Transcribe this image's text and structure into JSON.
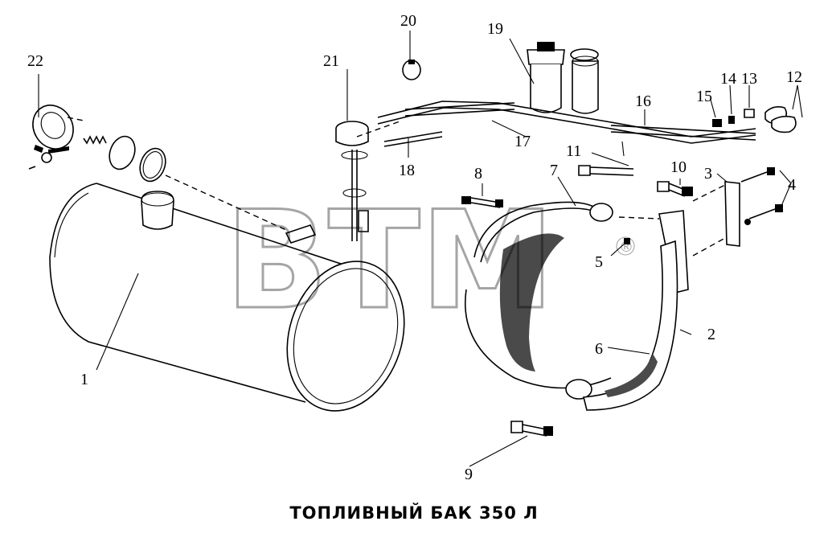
{
  "title": "ТОПЛИВНЫЙ БАК 350 Л",
  "watermark": "BTM",
  "watermark_mark": "®",
  "callouts": [
    "1",
    "2",
    "3",
    "4",
    "5",
    "6",
    "7",
    "8",
    "9",
    "10",
    "11",
    "12",
    "13",
    "14",
    "15",
    "16",
    "17",
    "18",
    "19",
    "20",
    "21",
    "22"
  ]
}
